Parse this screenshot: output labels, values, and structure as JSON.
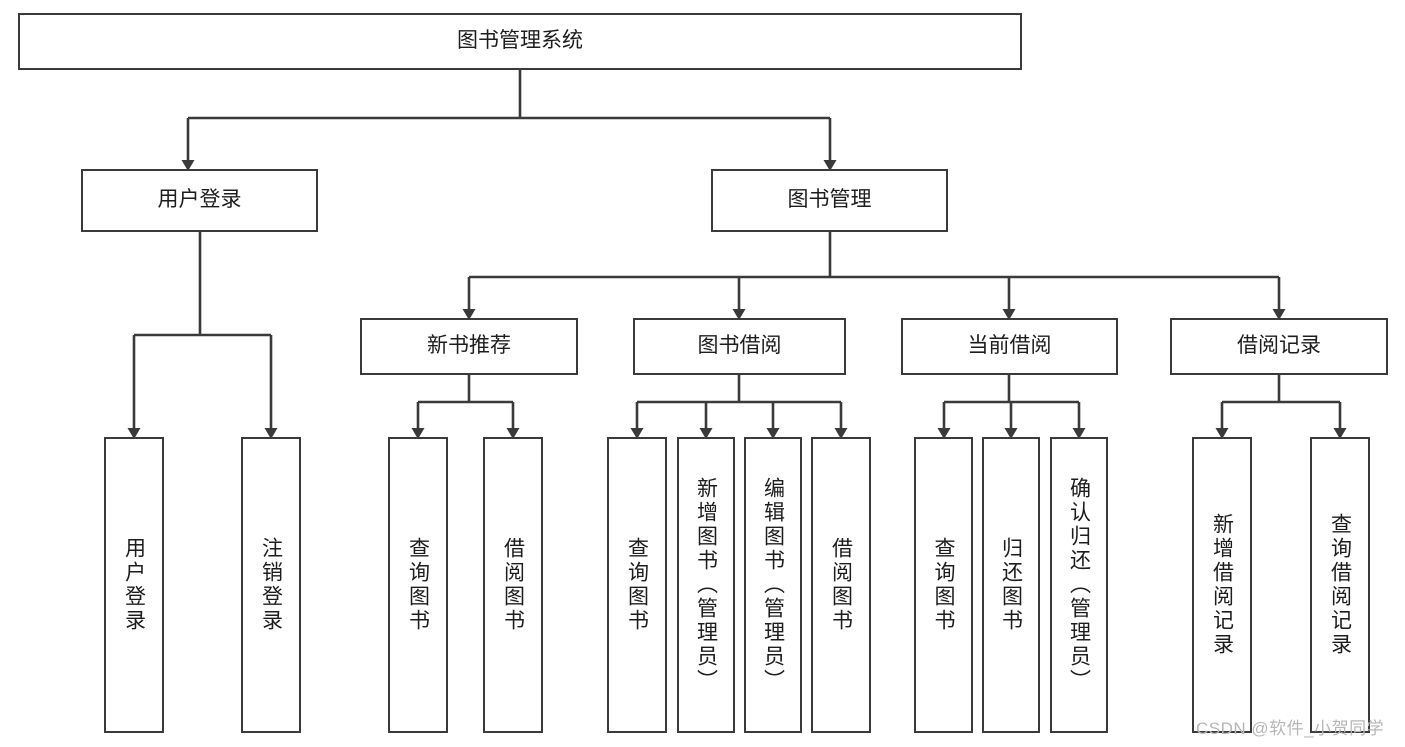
{
  "diagram": {
    "title": "图书管理系统",
    "type": "tree-hierarchy-chart",
    "root": {
      "label": "图书管理系统"
    },
    "level2": [
      {
        "label": "用户登录"
      },
      {
        "label": "图书管理"
      }
    ],
    "level3": [
      {
        "label": "新书推荐"
      },
      {
        "label": "图书借阅"
      },
      {
        "label": "当前借阅"
      },
      {
        "label": "借阅记录"
      }
    ],
    "leaves": {
      "user_login": [
        {
          "label": "用户登录"
        },
        {
          "label": "注销登录"
        }
      ],
      "new_book_recommend": [
        {
          "label": "查询图书"
        },
        {
          "label": "借阅图书"
        }
      ],
      "book_borrow": [
        {
          "label": "查询图书"
        },
        {
          "label": "新增图书（管理员）"
        },
        {
          "label": "编辑图书（管理员）"
        },
        {
          "label": "借阅图书"
        }
      ],
      "current_borrow": [
        {
          "label": "查询图书"
        },
        {
          "label": "归还图书"
        },
        {
          "label": "确认归还（管理员）"
        }
      ],
      "borrow_record": [
        {
          "label": "新增借阅记录"
        },
        {
          "label": "查询借阅记录"
        }
      ]
    }
  },
  "watermark": {
    "text": "CSDN @软件_小贺同学"
  },
  "colors": {
    "box_border": "#3a3a3a",
    "box_fill": "#ffffff",
    "text": "#1d1d1d",
    "connector": "#3a3a3a",
    "watermark": "#b6b6b6"
  }
}
